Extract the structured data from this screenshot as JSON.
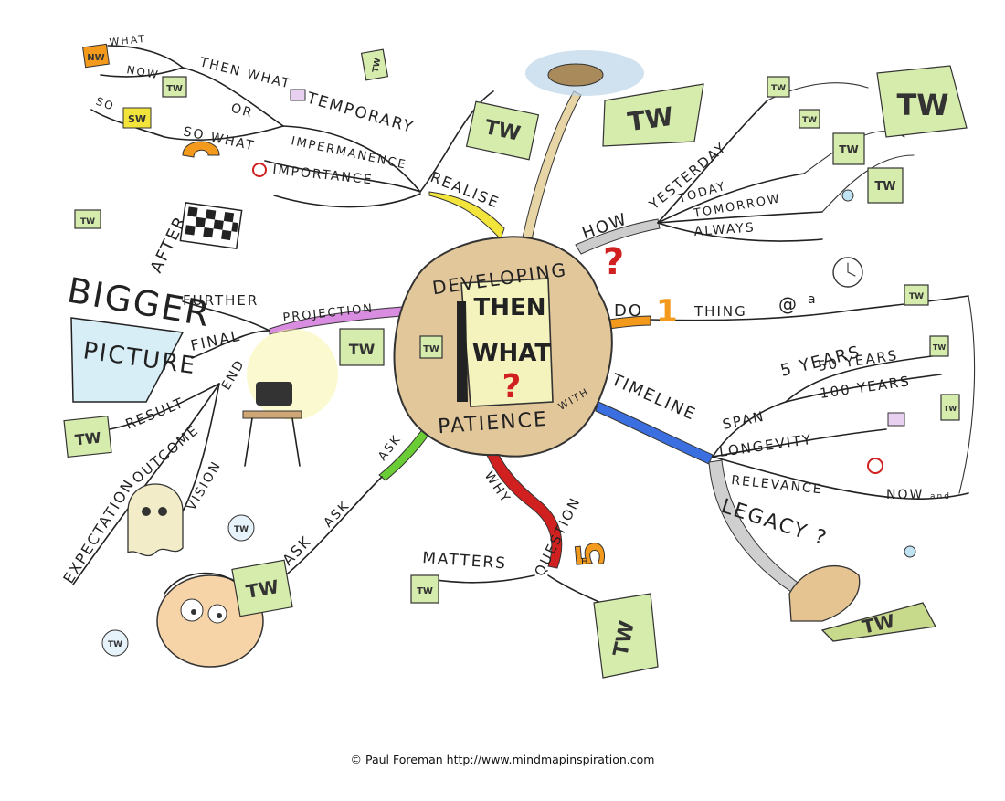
{
  "center": {
    "top": "DEVELOPING",
    "bottom": "PATIENCE",
    "card_line1": "THEN",
    "card_line2": "WHAT",
    "with": "WITH"
  },
  "note_label": "TW",
  "top_left": {
    "what": "WHAT",
    "nw": "NW",
    "now": "NOW",
    "then_what": "THEN WHAT",
    "or": "OR",
    "so": "SO",
    "sw": "SW",
    "so_what": "SO WHAT",
    "temporary": "TEMPORARY",
    "impermanence": "IMPERMANENCE",
    "importance": "IMPORTANCE",
    "realise": "REALISE"
  },
  "left": {
    "after": "AFTER",
    "bigger": "BIGGER",
    "further": "FURTHER",
    "picture": "PICTURE",
    "final": "FINAL",
    "projection": "PROJECTION",
    "end": "END",
    "result": "RESULT",
    "outcome": "OUTCOME",
    "vision": "VISION",
    "expectation": "EXPECTATION"
  },
  "bottom": {
    "ask1": "ASK",
    "ask2": "ASK",
    "ask3": "ASK",
    "why": "WHY",
    "matters": "MATTERS",
    "question": "QUESTION",
    "five": "5",
    "h": "H"
  },
  "right": {
    "how": "HOW",
    "yesterday": "YESTERDAY",
    "today": "TODAY",
    "tomorrow": "TOMORROW",
    "always": "ALWAYS",
    "do": "DO",
    "one": "1",
    "thing": "THING",
    "at": "@",
    "a": "a",
    "timeline": "TIMELINE",
    "span": "SPAN",
    "five_years": "5 YEARS",
    "fifty_years": "50 YEARS",
    "hundred_years": "100 YEARS",
    "longevity": "LONGEVITY",
    "relevance": "RELEVANCE",
    "now": "NOW",
    "and": "and",
    "legacy": "LEGACY ?"
  },
  "credit": "© Paul Foreman http://www.mindmapinspiration.com",
  "colors": {
    "center_fill": "#e2c79a",
    "card": "#f4f2bd",
    "note": "#d6ecac",
    "accent_red": "#d02020",
    "orange": "#f39a1c",
    "green": "#6bcd35",
    "violet": "#d98de0",
    "blue": "#3b6fe0",
    "yellow": "#f2e43a",
    "picture_box": "#d8eef6"
  }
}
